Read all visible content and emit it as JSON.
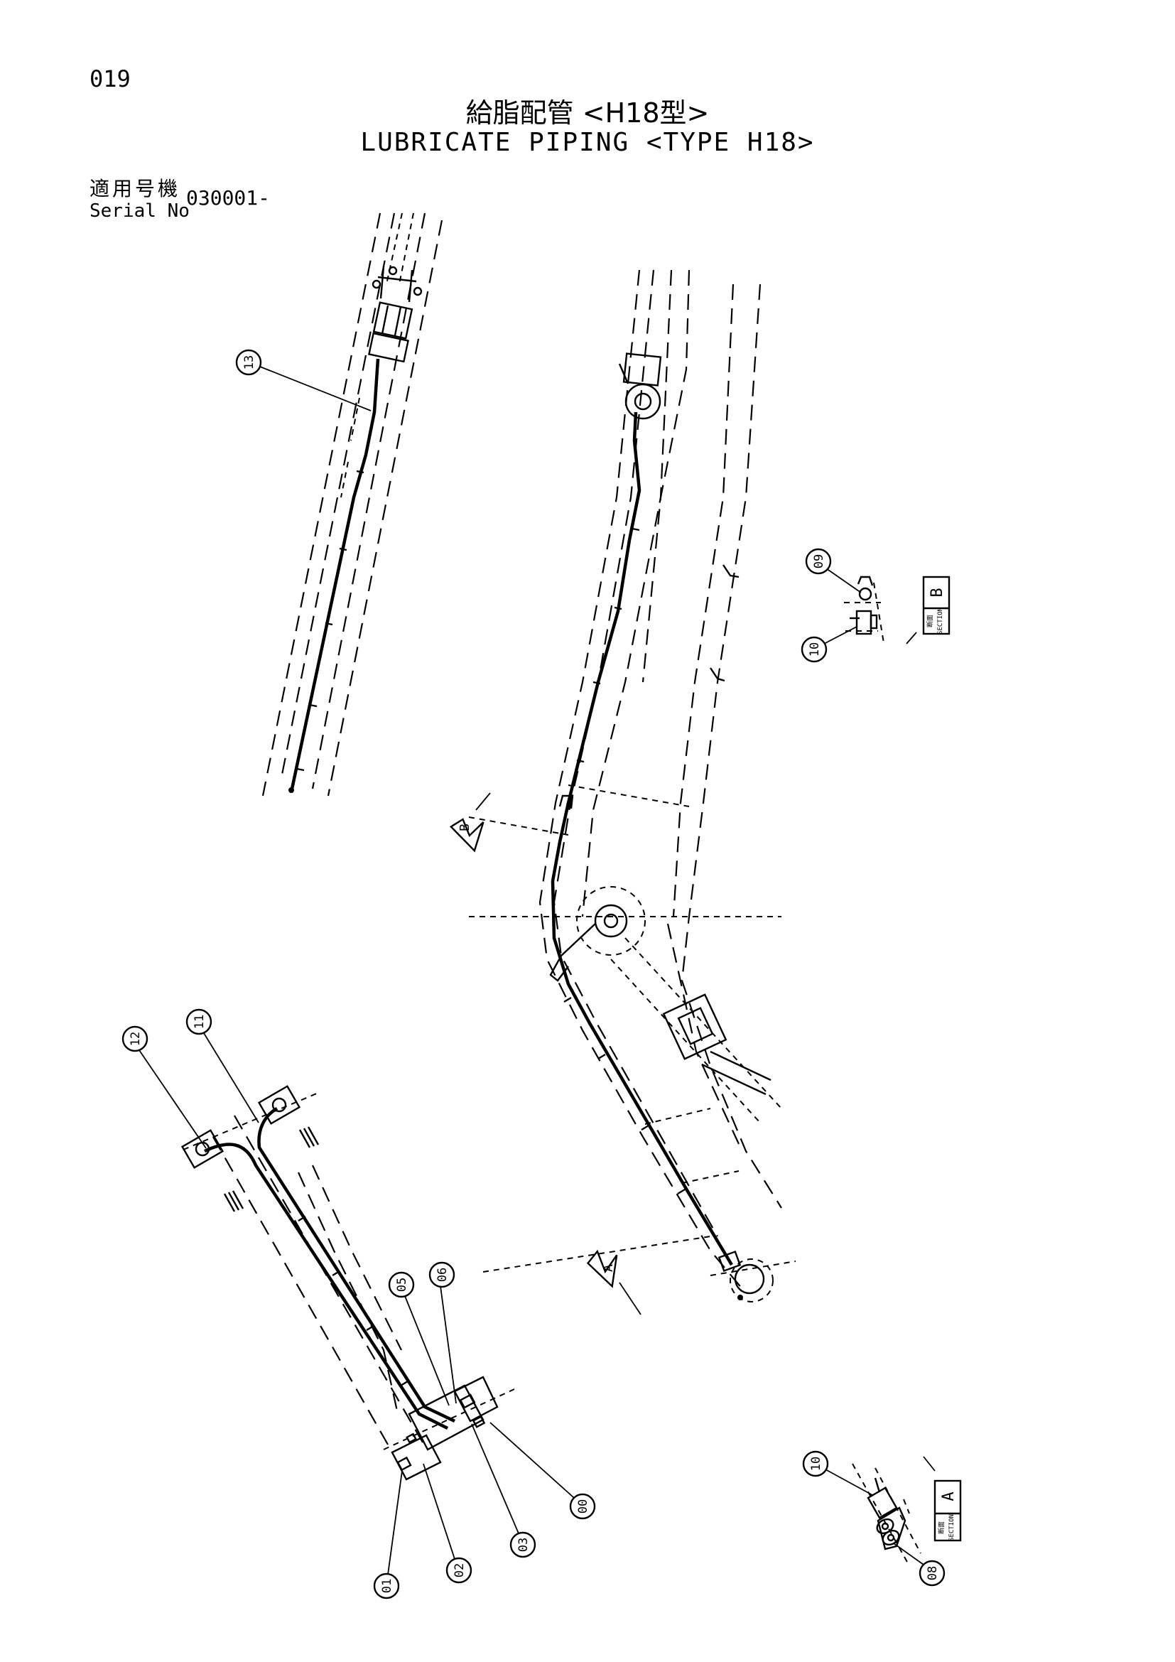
{
  "header": {
    "page_number": "019",
    "title_jp": "給脂配管 <H18型>",
    "title_en": "LUBRICATE PIPING <TYPE H18>",
    "serial_label_jp": "適用号機",
    "serial_label_en": "Serial No",
    "serial_value": "030001-"
  },
  "balloons": [
    "13",
    "09",
    "10",
    "12",
    "11",
    "05",
    "06",
    "00",
    "01",
    "02",
    "03",
    "10",
    "08"
  ],
  "section_views": [
    {
      "caption": "SECTION",
      "letter": "B",
      "jp_char": "断面"
    },
    {
      "caption": "SECTION",
      "letter": "A",
      "jp_char": "断面"
    }
  ],
  "section_arrows": [
    "B",
    "A"
  ]
}
